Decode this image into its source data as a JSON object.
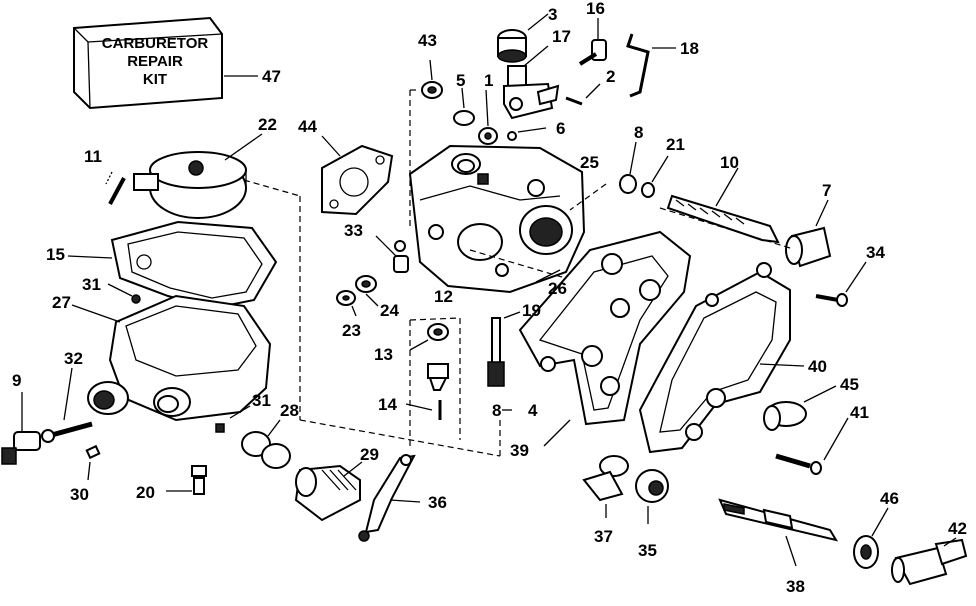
{
  "kit": {
    "line1": "CARBURETOR",
    "line2": "REPAIR",
    "line3": "KIT"
  },
  "callouts": {
    "c1": "1",
    "c2": "2",
    "c3": "3",
    "c4": "4",
    "c5": "5",
    "c6": "6",
    "c7": "7",
    "c8a": "8",
    "c8b": "8",
    "c9": "9",
    "c10": "10",
    "c11": "11",
    "c12": "12",
    "c13": "13",
    "c14": "14",
    "c15": "15",
    "c16": "16",
    "c17": "17",
    "c18": "18",
    "c19": "19",
    "c20": "20",
    "c21": "21",
    "c22": "22",
    "c23": "23",
    "c24": "24",
    "c25": "25",
    "c26": "26",
    "c27": "27",
    "c28": "28",
    "c29": "29",
    "c30": "30",
    "c31a": "31",
    "c31b": "31",
    "c32": "32",
    "c33": "33",
    "c34": "34",
    "c35": "35",
    "c36": "36",
    "c37": "37",
    "c38": "38",
    "c39": "39",
    "c40": "40",
    "c41": "41",
    "c42": "42",
    "c43": "43",
    "c44": "44",
    "c45": "45",
    "c46": "46",
    "c47": "47"
  },
  "colors": {
    "ink": "#000000",
    "paper": "#ffffff"
  }
}
